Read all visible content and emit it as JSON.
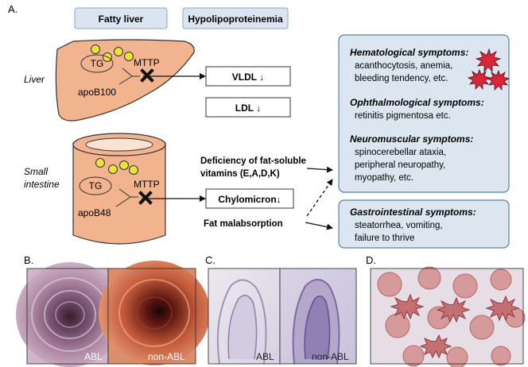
{
  "panel_labels": {
    "a": "A.",
    "b": "B.",
    "c": "C.",
    "d": "D."
  },
  "headers": {
    "fatty_liver": "Fatty liver",
    "hypolipo": "Hypolipoproteinemia"
  },
  "liver": {
    "organ": "Liver",
    "tg": "TG",
    "mttp": "MTTP",
    "apo": "apoB100"
  },
  "intestine": {
    "organ_line1": "Small",
    "organ_line2": "intestine",
    "tg": "TG",
    "mttp": "MTTP",
    "apo": "apoB48"
  },
  "lipoproteins": {
    "vldl": "VLDL ↓",
    "ldl": "LDL ↓",
    "chylo": "Chylomicron↓"
  },
  "deficiency": {
    "line1": "Deficiency of fat-soluble",
    "line2": "vitamins (E,A,D,K)"
  },
  "malabsorption": "Fat malabsorption",
  "symptoms": {
    "hema_title": "Hematological symptoms:",
    "hema_1": "acanthocytosis, anemia,",
    "hema_2": "bleeding tendency, etc.",
    "ophth_title": "Ophthalmological symptoms:",
    "ophth_1": "retinitis pigmentosa etc.",
    "neuro_title": "Neuromuscular symptoms:",
    "neuro_1": "spinocerebellar ataxia,",
    "neuro_2": "peripheral neuropathy,",
    "neuro_3": "myopathy, etc.",
    "gi_title": "Gastrointestinal symptoms:",
    "gi_1": "steatorrhea, vomiting,",
    "gi_2": "failure to thrive"
  },
  "photos": {
    "b_left": "ABL",
    "b_right": "non-ABL",
    "c_left": "ABL",
    "c_right": "non-ABL"
  },
  "colors": {
    "organ_fill": "#f1b48f",
    "header_fill": "#dbe5f1",
    "symptom_fill": "#dce6f1",
    "symptom_stroke": "#5b7fa8",
    "fat_droplet": "#ece23a",
    "star": "#d9263a"
  }
}
